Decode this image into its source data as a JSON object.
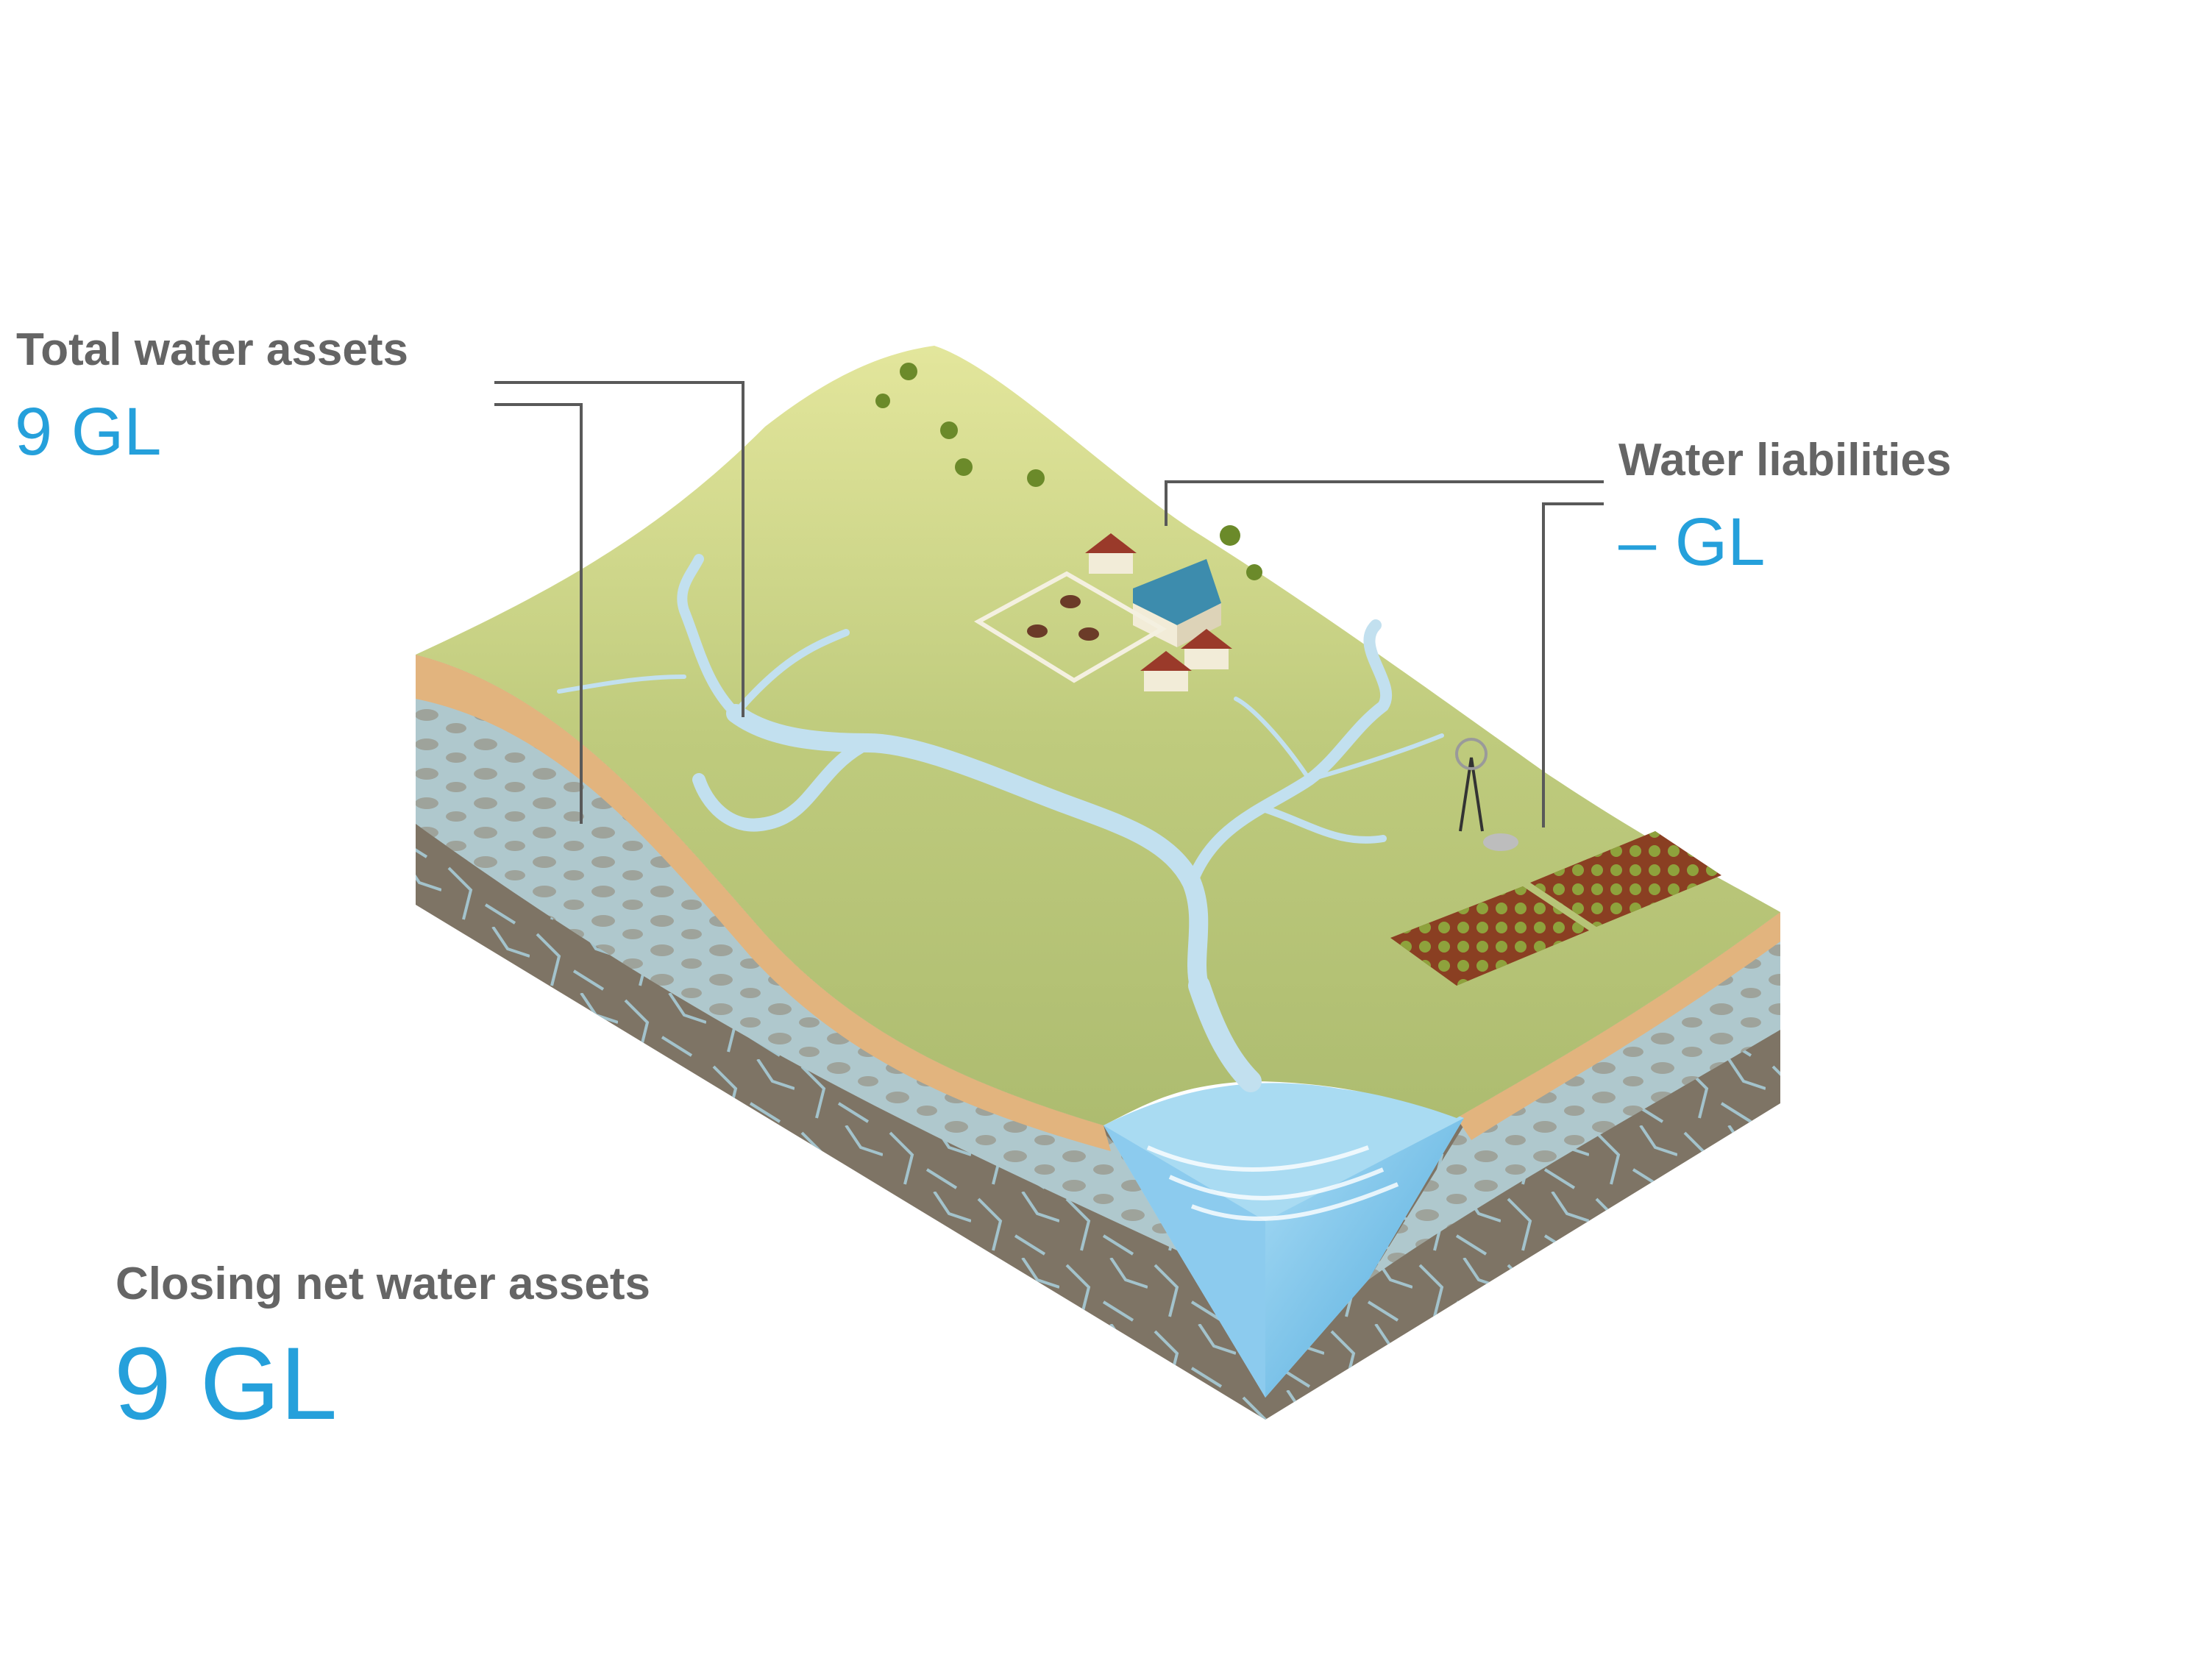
{
  "total_water_assets": {
    "label": "Total water assets",
    "value": "9 GL"
  },
  "water_liabilities": {
    "label": "Water liabilities",
    "value": "– GL"
  },
  "closing_net_water_assets": {
    "label": "Closing net water assets",
    "value": "9 GL"
  },
  "colors": {
    "heading_text": "#656565",
    "value_text": "#25a0db",
    "grass": "#b9c878",
    "grass_light": "#dde29a",
    "soil": "#e2b47e",
    "aquifer": "#afc8cd",
    "rock": "#7e7465",
    "rock_dark": "#655c50",
    "water": "#6cbbe6",
    "river": "#bfdceb"
  }
}
